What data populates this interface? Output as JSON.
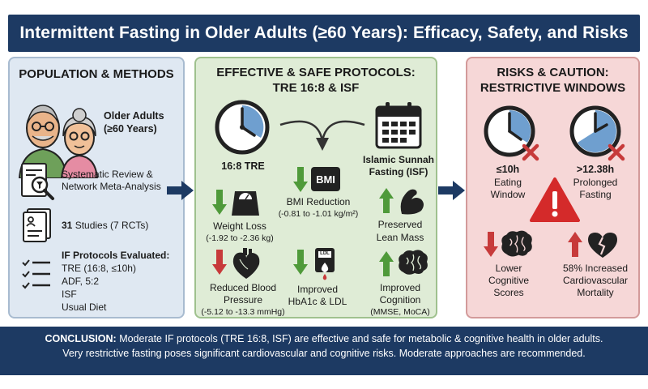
{
  "title": "Intermittent Fasting in Older Adults (≥60 Years): Efficacy, Safety, and Risks",
  "population": {
    "heading": "POPULATION & METHODS",
    "group_line1": "Older Adults",
    "group_line2": "(≥60 Years)",
    "review_line1": "Systematic Review &",
    "review_line2": "Network Meta-Analysis",
    "studies_count": "31",
    "studies_rest": " Studies (7 RCTs)",
    "protocols_heading": "IF Protocols Evaluated:",
    "protocols": [
      "TRE (16:8, ≤10h)",
      "ADF, 5:2",
      "ISF",
      "Usual Diet"
    ]
  },
  "protocols": {
    "heading_line1": "EFFECTIVE & SAFE PROTOCOLS:",
    "heading_line2": "TRE 16:8 & ISF",
    "tre_label": "16:8 TRE",
    "isf_line1": "Islamic Sunnah",
    "isf_line2": "Fasting (ISF)",
    "bmi_badge": "BMI",
    "ldl_badge": "LDL",
    "bmi_label": "BMI Reduction",
    "bmi_range": "(-0.81 to -1.01 kg/m²)",
    "weight_label": "Weight Loss",
    "weight_range": "(-1.92 to -2.36 kg)",
    "lean_line1": "Preserved",
    "lean_line2": "Lean Mass",
    "bp_line1": "Reduced Blood",
    "bp_line2": "Pressure",
    "bp_range": "(-5.12 to -13.3 mmHg)",
    "hba1c_line1": "Improved",
    "hba1c_line2": "HbA1c & LDL",
    "cog_line1": "Improved",
    "cog_line2": "Cognition",
    "cog_range": "(MMSE, MoCA)"
  },
  "risks": {
    "heading_line1": "RISKS & CAUTION:",
    "heading_line2": "RESTRICTIVE WINDOWS",
    "window_value": "≤10h",
    "window_line1": "Eating",
    "window_line2": "Window",
    "prolonged_value": ">12.38h",
    "prolonged_line1": "Prolonged",
    "prolonged_line2": "Fasting",
    "cog_line1": "Lower",
    "cog_line2": "Cognitive",
    "cog_line3": "Scores",
    "cv_line1": "58% Increased",
    "cv_line2": "Cardiovascular",
    "cv_line3": "Mortality"
  },
  "conclusion": {
    "lead": "CONCLUSION:",
    "line1": " Moderate IF protocols (TRE 16:8, ISF) are effective and safe for metabolic & cognitive health in older adults.",
    "line2": "Very restrictive fasting poses significant cardiovascular and cognitive risks. Moderate approaches are recommended."
  },
  "colors": {
    "navy": "#1d3a63",
    "green_arrow": "#4f9a3a",
    "red_arrow": "#c73a3a",
    "clock_blue": "#6f9fcf"
  }
}
